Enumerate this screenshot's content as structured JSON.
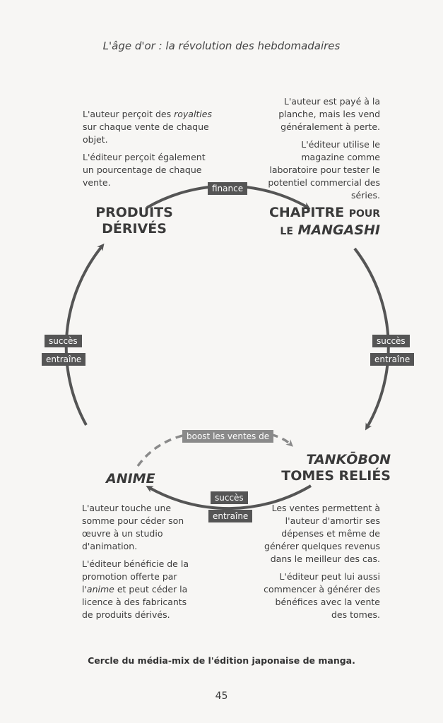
{
  "header": "L'âge d'or : la révolution des hebdomadaires",
  "nodes": {
    "produits": [
      "PRODUITS",
      "DÉRIVÉS"
    ],
    "chapitre": {
      "main": "CHAPITRE",
      "small1": "POUR",
      "small2": "LE",
      "italic": "MANGASHI"
    },
    "tankobon": [
      "TANKŌBON",
      "TOMES RELIÉS"
    ],
    "anime": "ANIME"
  },
  "labels": {
    "finance": "finance",
    "succes": "succès",
    "entraine": "entraîne",
    "boost": "boost les ventes de"
  },
  "texts": {
    "produits": {
      "p1a": "L'auteur perçoit des",
      "p1b": "royalties",
      "p1c": "sur chaque vente de chaque objet.",
      "p2": "L'éditeur perçoit également un pourcentage de chaque vente."
    },
    "chapitre": {
      "p1": "L'auteur est payé à la planche, mais les vend généralement à perte.",
      "p2": "L'éditeur utilise le magazine comme laboratoire pour tester le potentiel commercial des séries."
    },
    "anime": {
      "p1": "L'auteur touche une somme pour céder son œuvre à un studio d'animation.",
      "p2a": "L'éditeur bénéficie de la promotion offerte par l'",
      "p2b": "anime",
      "p2c": " et peut céder la licence à des fabricants de produits dérivés."
    },
    "tankobon": {
      "p1": "Les ventes permettent à l'auteur d'amortir ses dépenses et même de générer quelques revenus dans le meilleur des cas.",
      "p2": "L'éditeur peut lui aussi commencer à générer des bénéfices avec la vente des tomes."
    }
  },
  "caption": "Cercle du média-mix de l'édition japonaise de manga.",
  "page_number": "45"
}
